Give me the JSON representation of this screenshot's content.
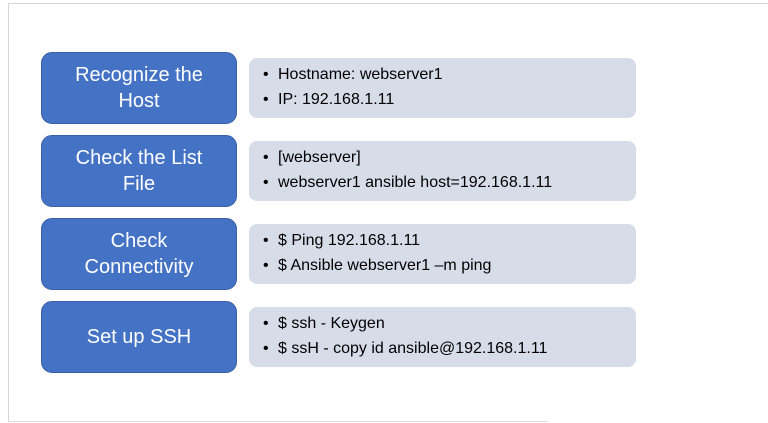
{
  "slide": {
    "background": "#ffffff",
    "border_color": "#d4d4d4"
  },
  "diagram": {
    "accent_fill": "#4472C4",
    "accent_border": "#3a5fa8",
    "detail_fill": "#D6DCE8",
    "title_text_color": "#ffffff",
    "bullet_text_color": "#000000",
    "rows": [
      {
        "title": "Recognize the Host",
        "title_lines": [
          "Recognize the",
          "Host"
        ],
        "bullets": [
          "Hostname: webserver1",
          "IP: 192.168.1.11"
        ]
      },
      {
        "title": "Check the List File",
        "title_lines": [
          "Check the List",
          "File"
        ],
        "bullets": [
          "[webserver]",
          "webserver1 ansible host=192.168.1.11"
        ]
      },
      {
        "title": "Check Connectivity",
        "title_lines": [
          "Check",
          "Connectivity"
        ],
        "bullets": [
          "$ Ping 192.168.1.11",
          "$ Ansible webserver1 –m ping"
        ]
      },
      {
        "title": "Set up SSH",
        "title_lines": [
          "Set up SSH"
        ],
        "bullets": [
          "$ ssh - Keygen",
          "$ ssH - copy id ansible@192.168.1.11"
        ]
      }
    ]
  }
}
